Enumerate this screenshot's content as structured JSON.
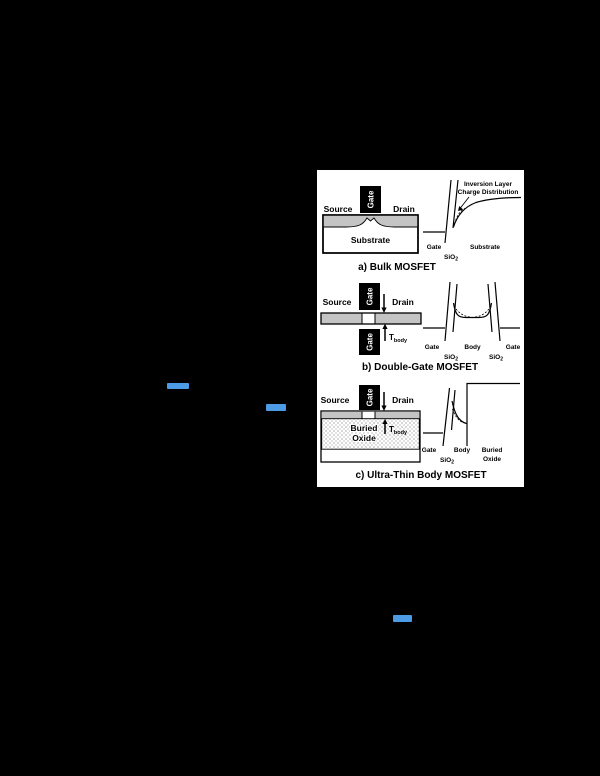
{
  "page": {
    "background": "#000000"
  },
  "hyperlinks": {
    "color": "#4d9be6",
    "count": 3
  },
  "figure": {
    "background": "#ffffff",
    "colors": {
      "diffusion_gray": "#c4c4c4",
      "gate_black": "#000000"
    },
    "captions": {
      "a": "a) Bulk MOSFET",
      "b": "b) Double-Gate MOSFET",
      "c": "c) Ultra-Thin Body MOSFET"
    },
    "bulk": {
      "cross_section": {
        "gate": "Gate",
        "source": "Source",
        "drain": "Drain",
        "substrate": "Substrate"
      },
      "band": {
        "ann1": "Inversion Layer",
        "ann2": "Charge Distribution",
        "gate": "Gate",
        "oxide": "SiO",
        "oxide_sub": "2",
        "substrate": "Substrate"
      }
    },
    "double_gate": {
      "cross_section": {
        "gate_top": "Gate",
        "gate_bottom": "Gate",
        "source": "Source",
        "drain": "Drain",
        "t": "T",
        "t_sub": "body"
      },
      "band": {
        "gate_left": "Gate",
        "oxide_left": "SiO",
        "oxide_left_sub": "2",
        "body": "Body",
        "oxide_right": "SiO",
        "oxide_right_sub": "2",
        "gate_right": "Gate"
      }
    },
    "utb": {
      "cross_section": {
        "gate": "Gate",
        "source": "Source",
        "drain": "Drain",
        "buried1": "Buried",
        "buried2": "Oxide",
        "t": "T",
        "t_sub": "body"
      },
      "band": {
        "gate": "Gate",
        "oxide": "SiO",
        "oxide_sub": "2",
        "body": "Body",
        "buried1": "Buried",
        "buried2": "Oxide"
      }
    }
  }
}
